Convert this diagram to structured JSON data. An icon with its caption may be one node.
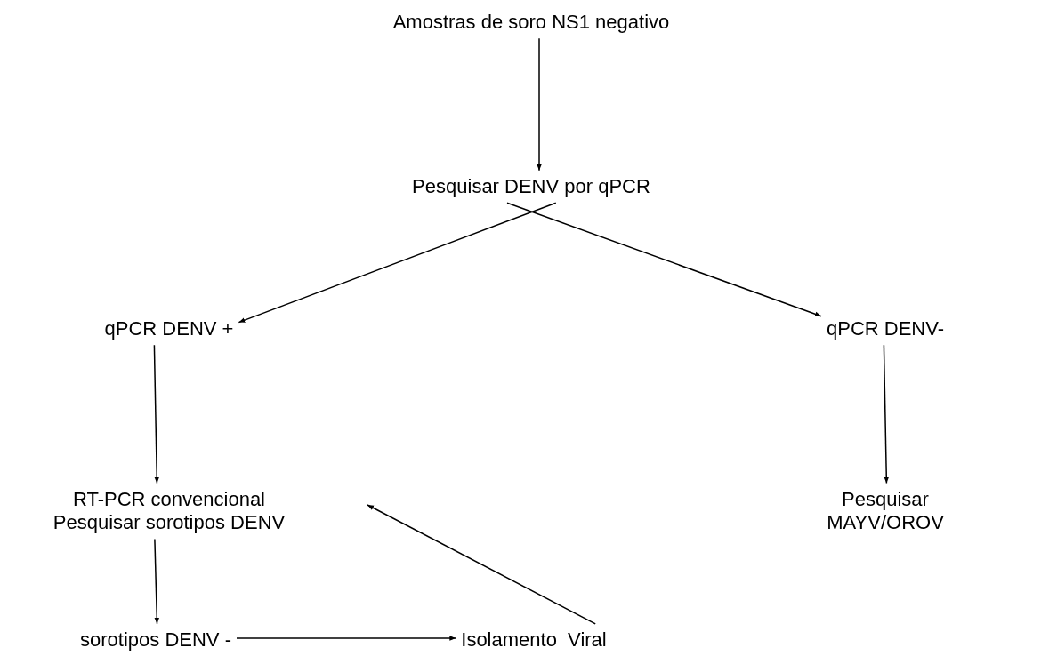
{
  "diagram": {
    "nodes": [
      {
        "text": [
          "Amostras de soro NS1 negativo"
        ]
      },
      {
        "text": [
          "Pesquisar DENV por qPCR"
        ]
      },
      {
        "text": [
          "qPCR DENV +"
        ]
      },
      {
        "text": [
          "qPCR DENV-"
        ]
      },
      {
        "text": [
          "RT-PCR convencional Pesquisar sorotipos DENV"
        ]
      },
      {
        "text": [
          "Pesquisar MAYV/OROV"
        ]
      },
      {
        "text": [
          "sorotipos DENV -"
        ]
      },
      {
        "text": [
          "Isolamento  Viral"
        ]
      }
    ],
    "edges": [
      {
        "from": 0,
        "to": 1,
        "arrow": "to"
      },
      {
        "from": 1,
        "to": 2,
        "arrow": "to"
      },
      {
        "from": 1,
        "to": 3,
        "arrow": "to"
      },
      {
        "from": 2,
        "to": 4,
        "arrow": "to"
      },
      {
        "from": 3,
        "to": 5,
        "arrow": "to"
      },
      {
        "from": 4,
        "to": 6,
        "arrow": "to"
      },
      {
        "from": 6,
        "to": 7,
        "arrow": "to"
      },
      {
        "from": 7,
        "to": 4,
        "arrow": "to"
      }
    ]
  }
}
